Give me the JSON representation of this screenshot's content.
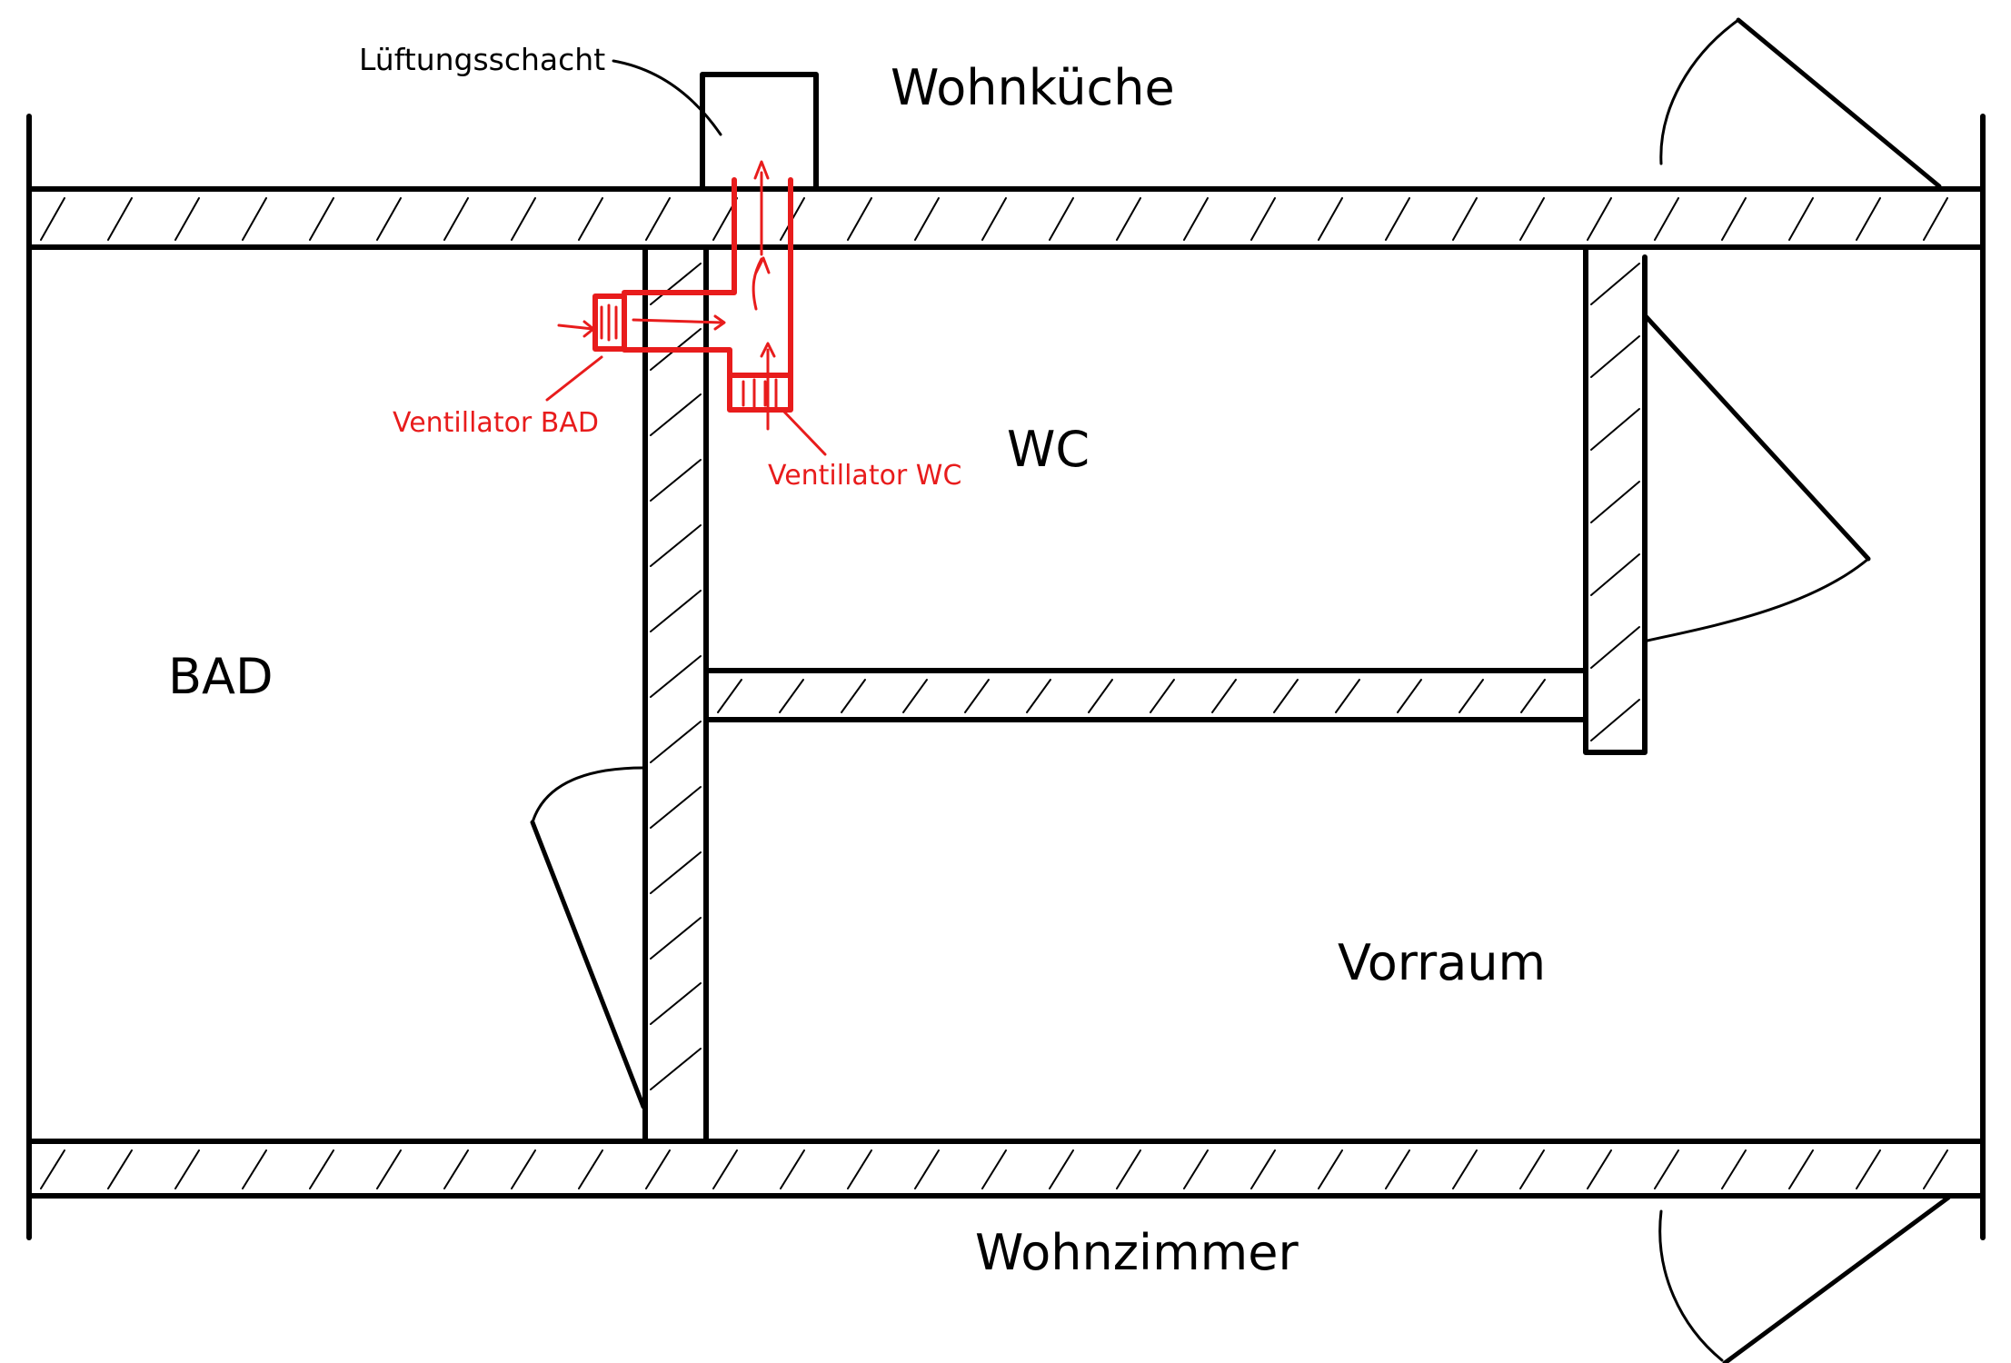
{
  "labels": {
    "kitchen": "Wohnküche",
    "living": "Wohnzimmer",
    "bath": "BAD",
    "wc": "WC",
    "hall": "Vorraum",
    "shaft": "Lüftungsschacht",
    "fan_bath": "Ventillator BAD",
    "fan_wc": "Ventillator WC"
  },
  "colors": {
    "lines": "#000000",
    "ventilation": "#e81c1c",
    "background": "#ffffff"
  }
}
